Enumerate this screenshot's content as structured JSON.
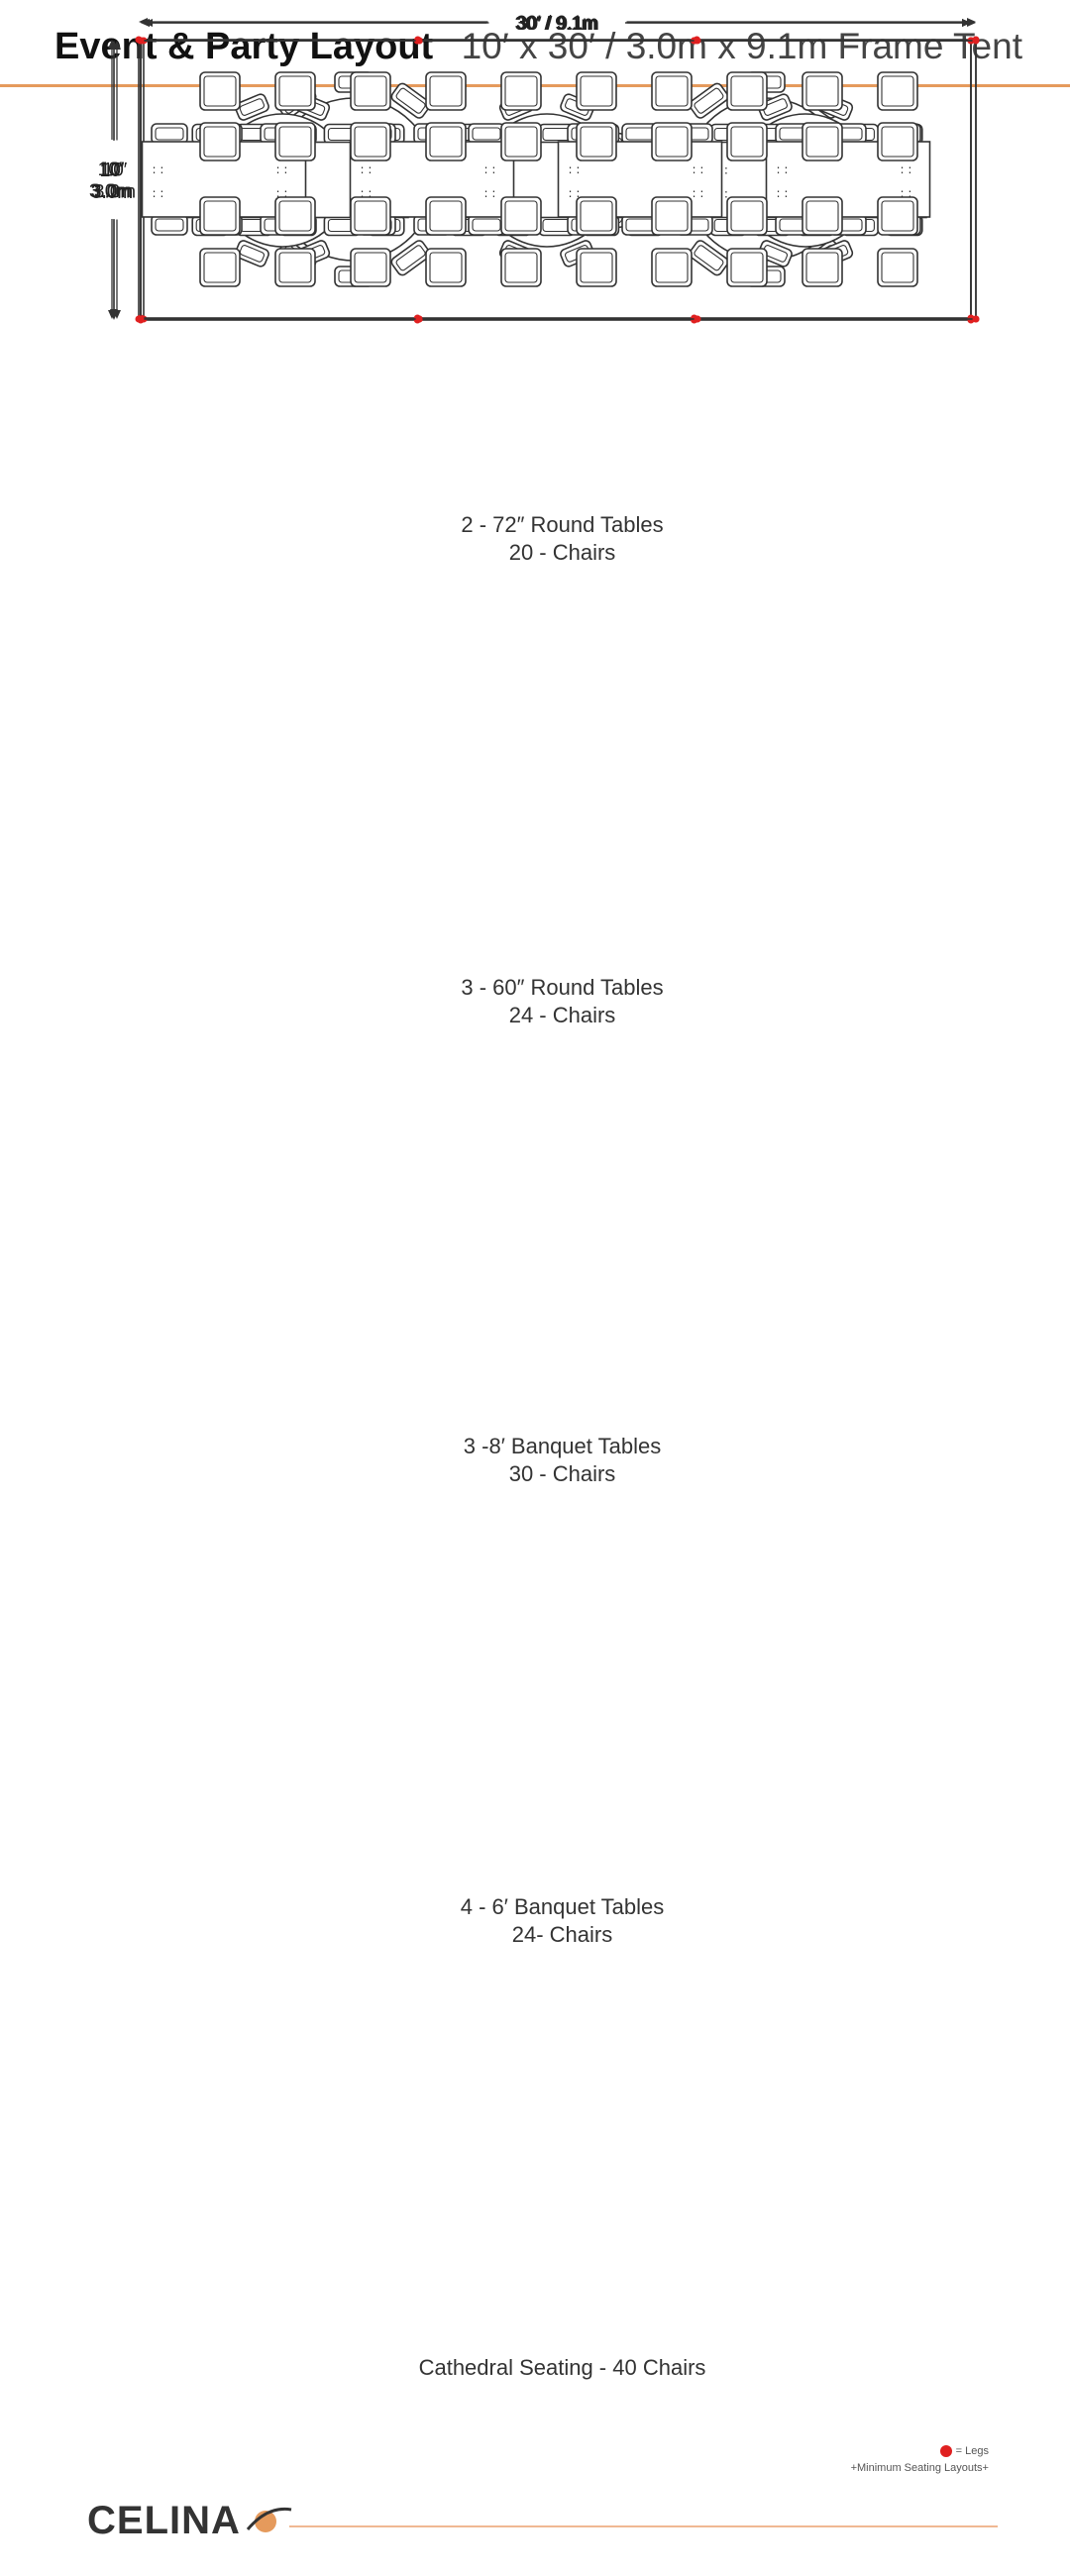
{
  "header": {
    "title": "Event & Party Layout",
    "subtitle": "10′ x 30′ / 3.0m x 9.1m Frame Tent"
  },
  "layouts": [
    {
      "width_label": "30′ / 9.1m",
      "height_label": [
        "10′",
        "3.0m"
      ],
      "caption": [
        "2 - 72″ Round Tables",
        "20 - Chairs"
      ],
      "table_type": "round",
      "table_count": 2,
      "chairs_per_table": 10
    },
    {
      "width_label": "30′ / 9.1m",
      "height_label": [
        "10′",
        "3.0m"
      ],
      "caption": [
        "3 - 60″ Round Tables",
        "24 - Chairs"
      ],
      "table_type": "round",
      "table_count": 3,
      "chairs_per_table": 8
    },
    {
      "width_label": "30′ / 9.1m",
      "height_label": [
        "10′",
        "3.0m"
      ],
      "caption": [
        "3 -8′  Banquet Tables",
        "30 - Chairs"
      ],
      "table_type": "banquet",
      "table_count": 3,
      "chairs_per_table": 10
    },
    {
      "width_label": "30′ / 9.1m",
      "height_label": [
        "10′",
        "3.0m"
      ],
      "caption": [
        "4 - 6′ Banquet Tables",
        "24- Chairs"
      ],
      "table_type": "banquet",
      "table_count": 4,
      "chairs_per_table": 6
    },
    {
      "width_label": "30′ / 9.1m",
      "height_label": [
        "10′",
        "3.0m"
      ],
      "caption": [
        "Cathedral Seating - 40 Chairs"
      ],
      "table_type": "cathedral",
      "table_count": 0,
      "chairs_per_table": 0
    }
  ],
  "legend": {
    "legs_label": "= Legs",
    "note": "+Minimum Seating Layouts+"
  },
  "logo": {
    "text": "CELINA"
  },
  "colors": {
    "accent": "#e59a5c",
    "leg": "#e02020",
    "line": "#333333"
  }
}
